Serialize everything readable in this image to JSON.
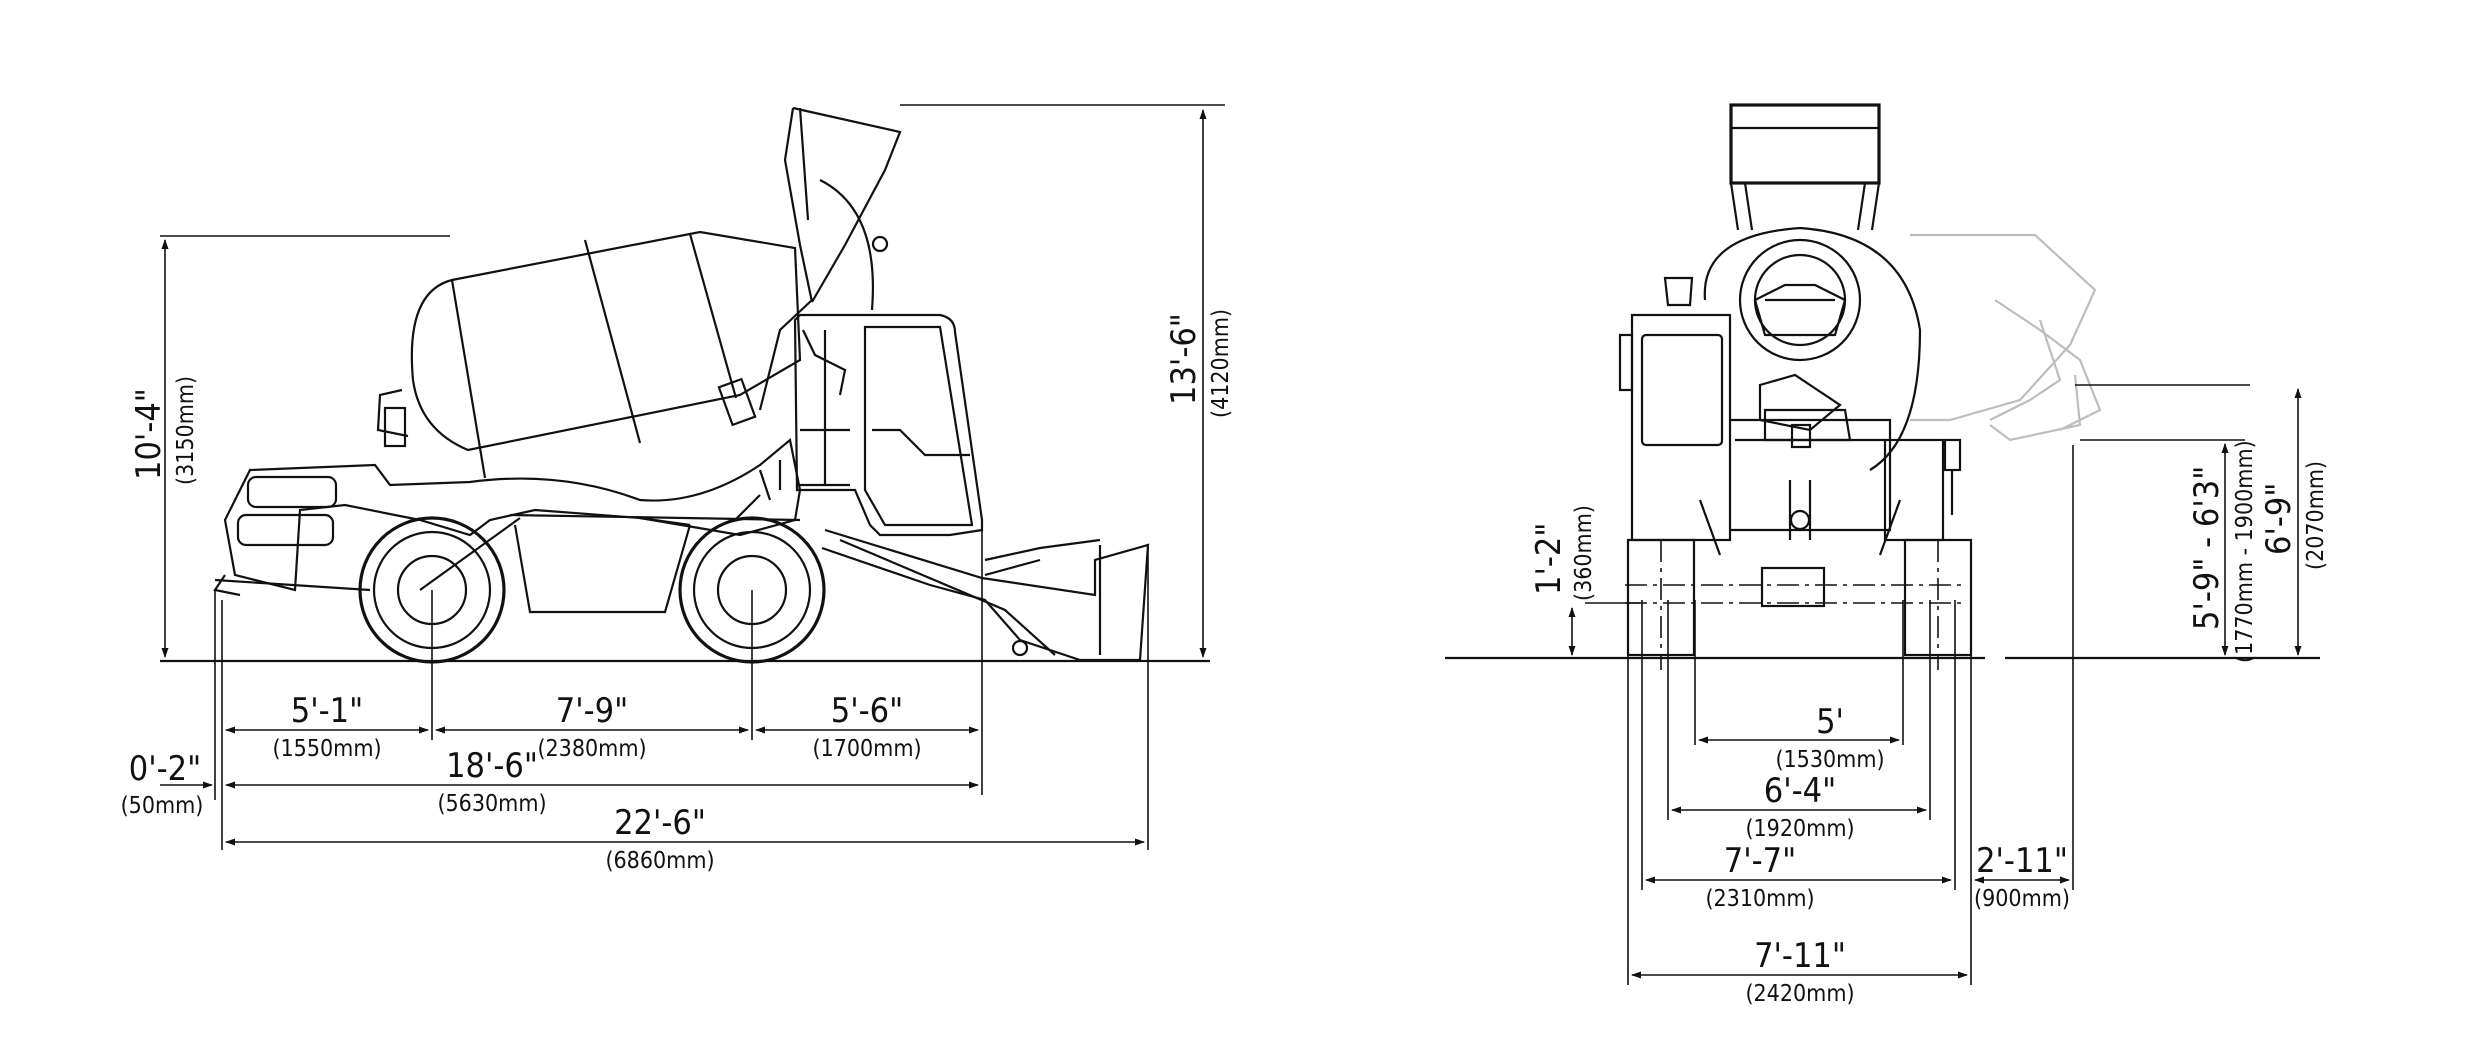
{
  "side_view": {
    "height_total": {
      "imperial": "13'-6\"",
      "metric": "(4120mm)"
    },
    "height_mixer": {
      "imperial": "10'-4\"",
      "metric": "(3150mm)"
    },
    "front_overhang": {
      "imperial": "5'-1\"",
      "metric": "(1550mm)"
    },
    "wheelbase": {
      "imperial": "7'-9\"",
      "metric": "(2380mm)"
    },
    "rear_overhang": {
      "imperial": "5'-6\"",
      "metric": "(1700mm)"
    },
    "ground_clearance": {
      "imperial": "0'-2\"",
      "metric": "(50mm)"
    },
    "body_length": {
      "imperial": "18'-6\"",
      "metric": "(5630mm)"
    },
    "overall_length": {
      "imperial": "22'-6\"",
      "metric": "(6860mm)"
    }
  },
  "front_view": {
    "hopper_low": {
      "imperial": "1'-2\"",
      "metric": "(360mm)"
    },
    "discharge_height": {
      "imperial": "5'-9\" - 6'3\"",
      "metric": "(1770mm - 1900mm)"
    },
    "chute_height": {
      "imperial": "6'-9\"",
      "metric": "(2070mm)"
    },
    "track": {
      "imperial": "5'",
      "metric": "(1530mm)"
    },
    "wheel_outer": {
      "imperial": "6'-4\"",
      "metric": "(1920mm)"
    },
    "body_width": {
      "imperial": "7'-7\"",
      "metric": "(2310mm)"
    },
    "chute_reach": {
      "imperial": "2'-11\"",
      "metric": "(900mm)"
    },
    "overall_width": {
      "imperial": "7'-11\"",
      "metric": "(2420mm)"
    }
  }
}
